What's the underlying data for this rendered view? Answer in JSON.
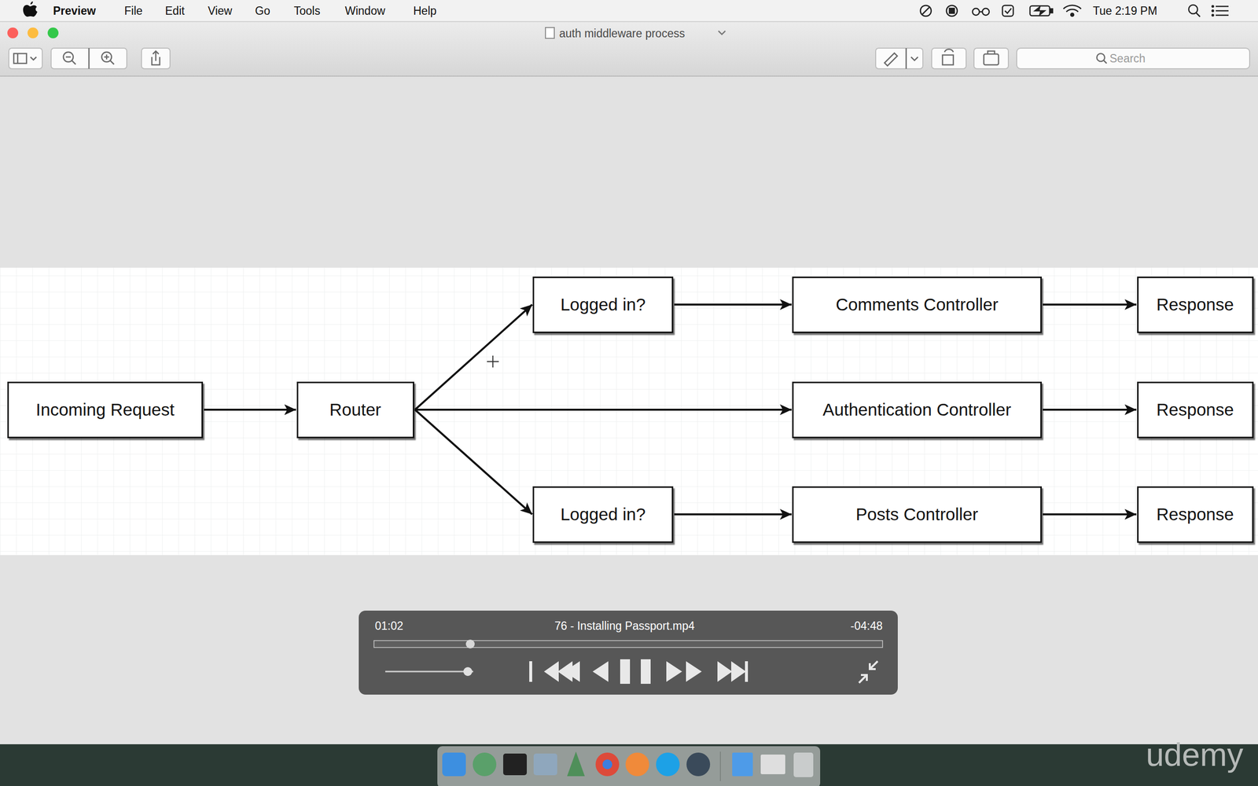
{
  "diagram": {
    "nodes": [
      {
        "text": [
          "Incoming Request"
        ]
      },
      {
        "text": [
          "Router"
        ]
      },
      {
        "text": [
          "Logged in?"
        ]
      },
      {
        "text": [
          "Comments Controller"
        ]
      },
      {
        "text": [
          "Response"
        ]
      },
      {
        "text": [
          "Authentication Controller"
        ]
      },
      {
        "text": [
          "Response"
        ]
      },
      {
        "text": [
          "Logged in?"
        ]
      },
      {
        "text": [
          "Posts Controller"
        ]
      },
      {
        "text": [
          "Response"
        ]
      }
    ],
    "edges": [
      {
        "from": 0,
        "to": 1,
        "arrow": "to"
      },
      {
        "from": 1,
        "to": 2,
        "arrow": "to"
      },
      {
        "from": 2,
        "to": 3,
        "arrow": "to"
      },
      {
        "from": 3,
        "to": 4,
        "arrow": "to"
      },
      {
        "from": 1,
        "to": 5,
        "arrow": "to"
      },
      {
        "from": 5,
        "to": 6,
        "arrow": "to"
      },
      {
        "from": 1,
        "to": 7,
        "arrow": "to"
      },
      {
        "from": 7,
        "to": 8,
        "arrow": "to"
      },
      {
        "from": 8,
        "to": 9,
        "arrow": "to"
      }
    ],
    "labels": [
      "Preview",
      "File",
      "Edit",
      "View",
      "Go",
      "Tools",
      "Window",
      "Help",
      "Tue 2:19 PM",
      "auth middleware process",
      "Search",
      "01:02",
      "76 - Installing Passport.mp4",
      "-04:48",
      "udemy"
    ]
  }
}
